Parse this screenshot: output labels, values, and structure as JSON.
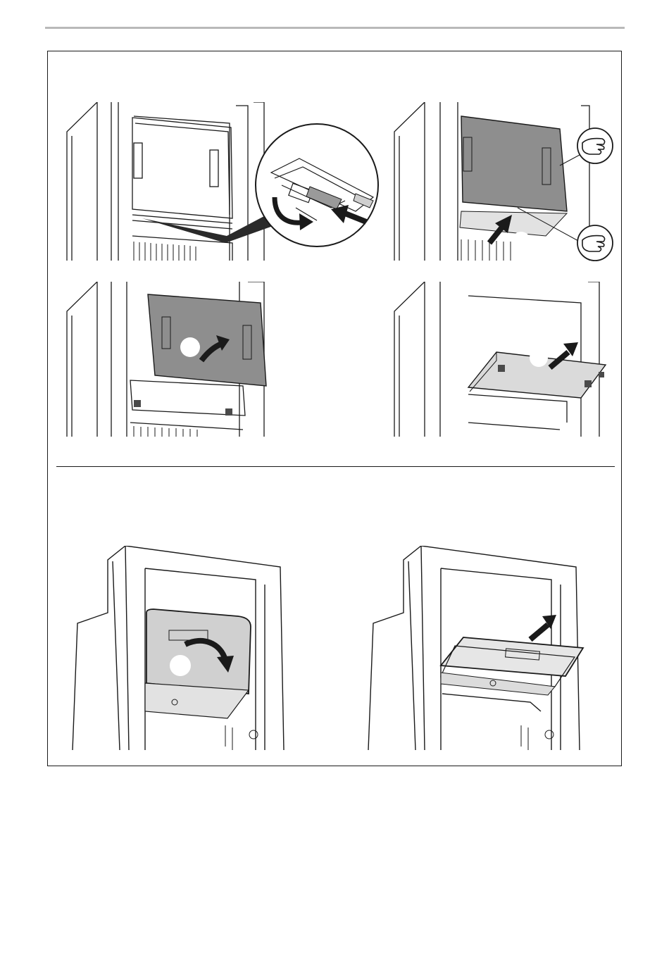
{
  "document": {
    "panels": [
      {
        "id": "step-1",
        "step_number": ""
      },
      {
        "id": "step-2",
        "step_number": ""
      },
      {
        "id": "step-3",
        "step_number": ""
      },
      {
        "id": "step-4",
        "step_number": ""
      },
      {
        "id": "step-5",
        "step_number": ""
      },
      {
        "id": "step-6",
        "step_number": ""
      }
    ],
    "colors": {
      "line": "#1a1a1a",
      "panel_gray": "#8e8e8e",
      "panel_light": "#d5d5d5",
      "panel_lighter": "#e4e4e4",
      "white": "#ffffff"
    },
    "icons": [
      "hand-press-icon",
      "arrow-icon",
      "curved-arrow-icon",
      "magnifier-callout-icon"
    ]
  }
}
